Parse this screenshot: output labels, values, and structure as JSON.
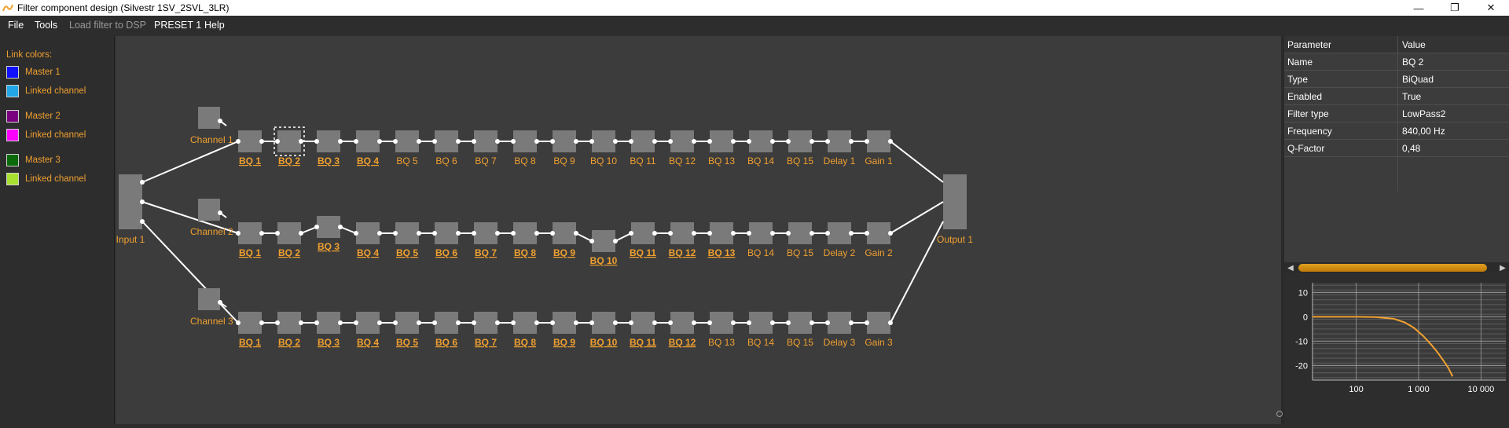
{
  "window": {
    "title": "Filter component design (Silvestr 1SV_2SVL_3LR)"
  },
  "menu": {
    "file": "File",
    "tools": "Tools",
    "load": "Load filter to DSP",
    "preset": "PRESET 1",
    "help": "Help"
  },
  "link_colors": {
    "title": "Link colors:",
    "items": [
      {
        "label": "Master 1",
        "color": "#1010ff"
      },
      {
        "label": "Linked channel",
        "color": "#22a8e8"
      },
      {
        "label": "Master 2",
        "color": "#7a0080"
      },
      {
        "label": "Linked channel",
        "color": "#ff00ff"
      },
      {
        "label": "Master 3",
        "color": "#0a6a0a"
      },
      {
        "label": "Linked channel",
        "color": "#a8e030"
      }
    ]
  },
  "graph_nodes": {
    "input": "Input 1",
    "output": "Output 1",
    "rows": [
      {
        "channel": "Channel 1",
        "blocks": [
          "BQ 1",
          "BQ 2",
          "BQ 3",
          "BQ 4",
          "BQ 5",
          "BQ 6",
          "BQ 7",
          "BQ 8",
          "BQ 9",
          "BQ 10",
          "BQ 11",
          "BQ 12",
          "BQ 13",
          "BQ 14",
          "BQ 15",
          "Delay 1",
          "Gain 1"
        ],
        "active_count": 4
      },
      {
        "channel": "Channel 2",
        "blocks": [
          "BQ 1",
          "BQ 2",
          "BQ 3",
          "BQ 4",
          "BQ 5",
          "BQ 6",
          "BQ 7",
          "BQ 8",
          "BQ 9",
          "BQ 10",
          "BQ 11",
          "BQ 12",
          "BQ 13",
          "BQ 14",
          "BQ 15",
          "Delay 2",
          "Gain 2"
        ],
        "active_count": 13
      },
      {
        "channel": "Channel 3",
        "blocks": [
          "BQ 1",
          "BQ 2",
          "BQ 3",
          "BQ 4",
          "BQ 5",
          "BQ 6",
          "BQ 7",
          "BQ 8",
          "BQ 9",
          "BQ 10",
          "BQ 11",
          "BQ 12",
          "BQ 13",
          "BQ 14",
          "BQ 15",
          "Delay 3",
          "Gain 3"
        ],
        "active_count": 12
      }
    ]
  },
  "properties": {
    "header": [
      "Parameter",
      "Value"
    ],
    "rows": [
      [
        "Name",
        "BQ 2"
      ],
      [
        "Type",
        "BiQuad"
      ],
      [
        "Enabled",
        "True"
      ],
      [
        "Filter type",
        "LowPass2"
      ],
      [
        "Frequency",
        "840,00 Hz"
      ],
      [
        "Q-Factor",
        "0,48"
      ]
    ]
  },
  "chart_data": {
    "type": "line",
    "title": "",
    "xlabel": "",
    "ylabel": "",
    "x_scale": "log",
    "xlim": [
      20,
      25000
    ],
    "ylim": [
      -26,
      14
    ],
    "x_ticks": [
      100,
      1000,
      10000
    ],
    "x_tick_labels": [
      "100",
      "1 000",
      "10 000"
    ],
    "y_ticks": [
      10,
      0,
      -10,
      -20
    ],
    "y_tick_labels": [
      "10",
      "0",
      "-10",
      "-20"
    ],
    "grid": true,
    "line_color": "#f0a030",
    "series": [
      {
        "x": [
          20,
          100,
          200,
          400,
          600,
          840,
          1200,
          1600,
          2000,
          2500,
          3000,
          3500
        ],
        "y": [
          0,
          0,
          -0.1,
          -0.8,
          -2.3,
          -4.5,
          -8,
          -11.5,
          -14.5,
          -18,
          -21,
          -24.5
        ]
      }
    ]
  }
}
